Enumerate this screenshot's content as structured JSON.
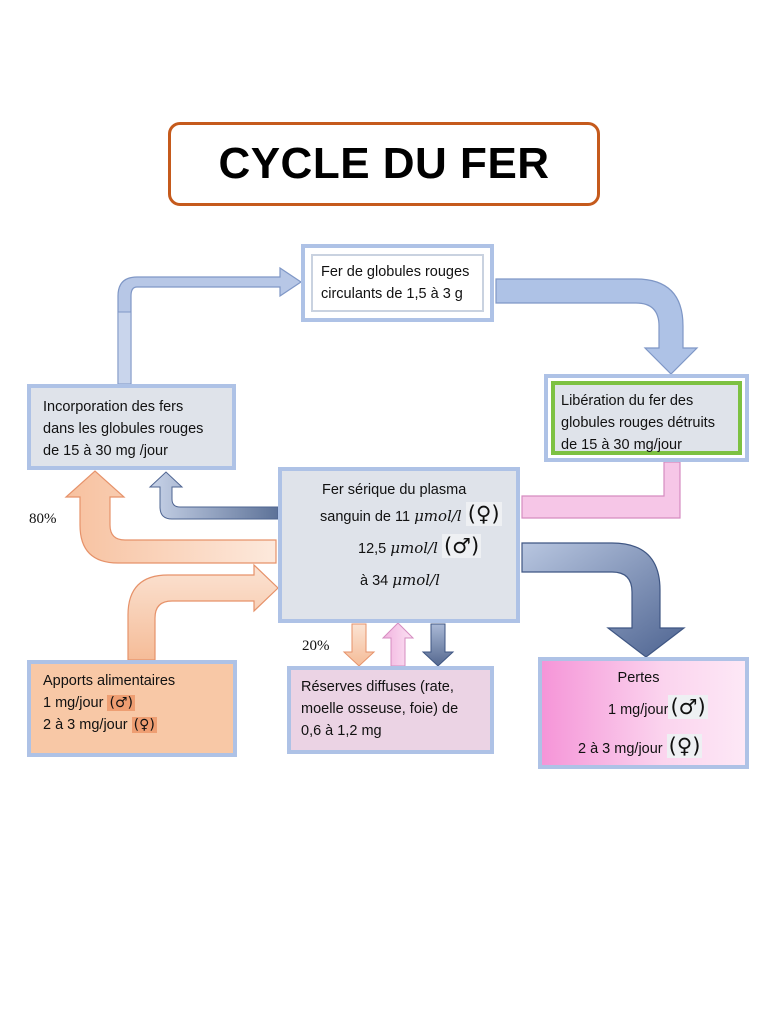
{
  "title": "CYCLE DU FER",
  "boxes": {
    "circulating": {
      "line1": "Fer de globules rouges",
      "line2": "circulants de 1,5 à 3 g"
    },
    "liberation": {
      "line1": "Libération du fer des",
      "line2": "globules rouges détruits",
      "line3": "de 15 à 30 mg/jour"
    },
    "incorporation": {
      "line1": "Incorporation des fers",
      "line2": "dans les globules rouges",
      "line3": "de 15 à 30 mg /jour"
    },
    "plasma": {
      "line1": "Fer sérique du plasma",
      "line2_prefix": "sanguin de 11 ",
      "unit": "μmol/l",
      "female_symbol": "(♀)",
      "line3_prefix": "12,5 ",
      "male_symbol": "(♂)",
      "line4_prefix": "à 34 "
    },
    "intake": {
      "title": "Apports alimentaires",
      "line1": "1 mg/jour ",
      "male_symbol": "(♂)",
      "line2": "2 à 3 mg/jour ",
      "female_symbol": "(♀)"
    },
    "reserves": {
      "line1": "Réserves diffuses (rate,",
      "line2": "moelle osseuse, foie) de",
      "line3": "0,6 à 1,2 mg"
    },
    "losses": {
      "title": "Pertes",
      "line1": "1 mg/jour",
      "male_symbol": "(♂)",
      "line2": "2 à 3 mg/jour",
      "female_symbol": "(♀)"
    }
  },
  "labels": {
    "pct80": "80%",
    "pct20": "20%"
  },
  "colors": {
    "title_border": "#c55a1c",
    "box_border": "#aec2e6",
    "green_border": "#7dc142",
    "intake_fill": "#f8c8a6",
    "reserves_fill": "#ebd3e4",
    "losses_fill": "#f595d8",
    "arrow_blue": "#aec2e6",
    "arrow_dark": "#5a6f96",
    "arrow_peach": "#f8c8a6",
    "arrow_pink": "#f6bde5"
  }
}
